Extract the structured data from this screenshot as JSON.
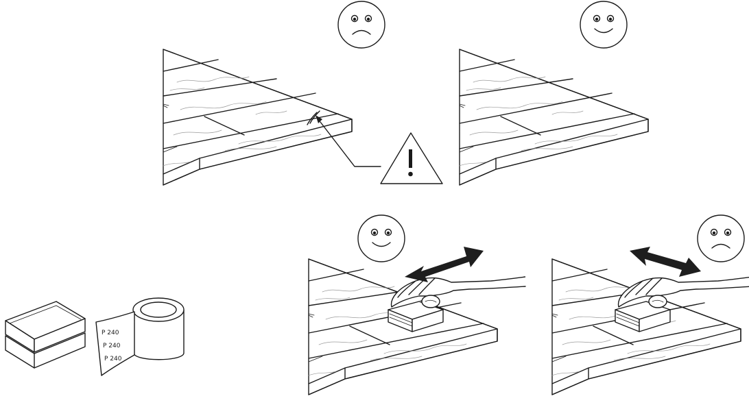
{
  "panels": [
    {
      "id": "scratched-board",
      "face": "sad",
      "warning": true
    },
    {
      "id": "clean-board",
      "face": "happy",
      "warning": false
    },
    {
      "id": "sand-along-grain",
      "face": "happy",
      "arrow": "along-grain"
    },
    {
      "id": "sand-across-grain",
      "face": "sad",
      "arrow": "across-grain"
    }
  ],
  "supplies": {
    "sandpaper_roll_labels": [
      "P 240",
      "P 240",
      "P 240"
    ]
  },
  "icons": [
    "sad-face-icon",
    "happy-face-icon",
    "warning-icon",
    "double-arrow-icon",
    "sanding-block-icon",
    "sanding-sponge-stack-icon",
    "sandpaper-roll-icon"
  ]
}
